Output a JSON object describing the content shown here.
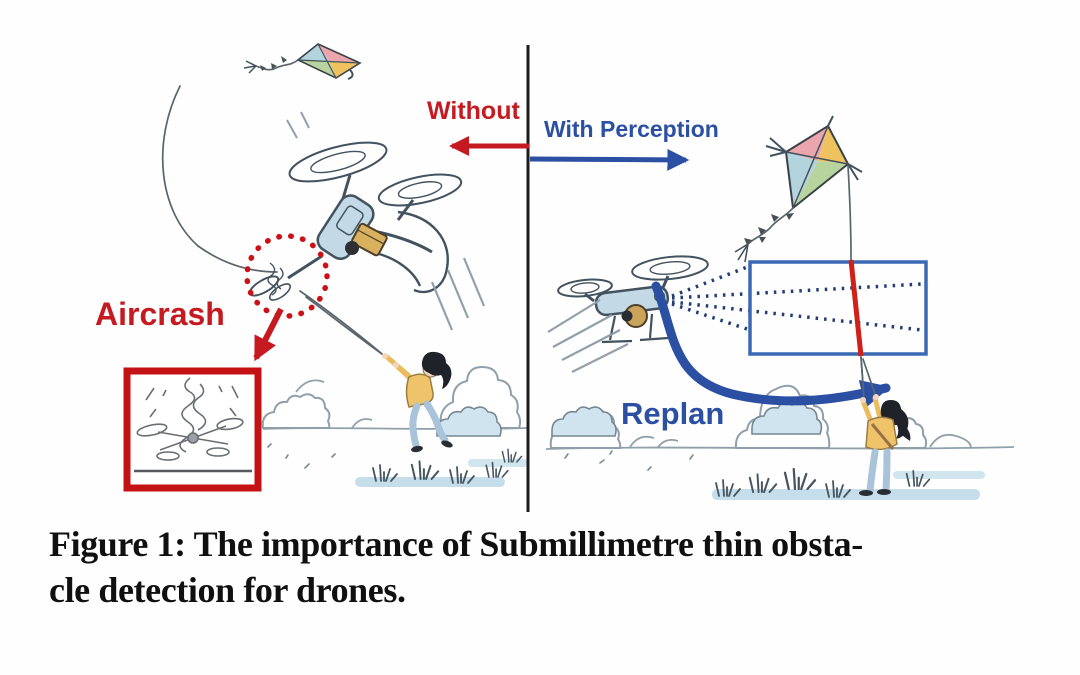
{
  "labels": {
    "without": "Without",
    "with_perception": "With Perception",
    "aircrash": "Aircrash",
    "replan": "Replan"
  },
  "caption": {
    "line1": "Figure 1: The importance of Submillimetre thin obsta-",
    "line2": "cle detection for drones."
  },
  "colors": {
    "accent-red": "#c41a20",
    "accent-blue": "#2b4fa3",
    "detection-box-blue": "#3a68b5",
    "fov-dot-blue": "#223d73",
    "string-red": "#d02018",
    "divider-ink": "#1c1c1c",
    "caption-ink": "#101010",
    "sketch-ink": "#42525e",
    "drone-body-blue": "#c3d9e6",
    "kite-pink": "#eba6ad",
    "kite-yellow": "#eec35f",
    "kite-blue": "#b3d3dd",
    "kite-green": "#b8d49e",
    "jacket-yellow": "#eec36a",
    "jeans-blue": "#a9c3da",
    "bush-blue": "#cfe4ee"
  }
}
